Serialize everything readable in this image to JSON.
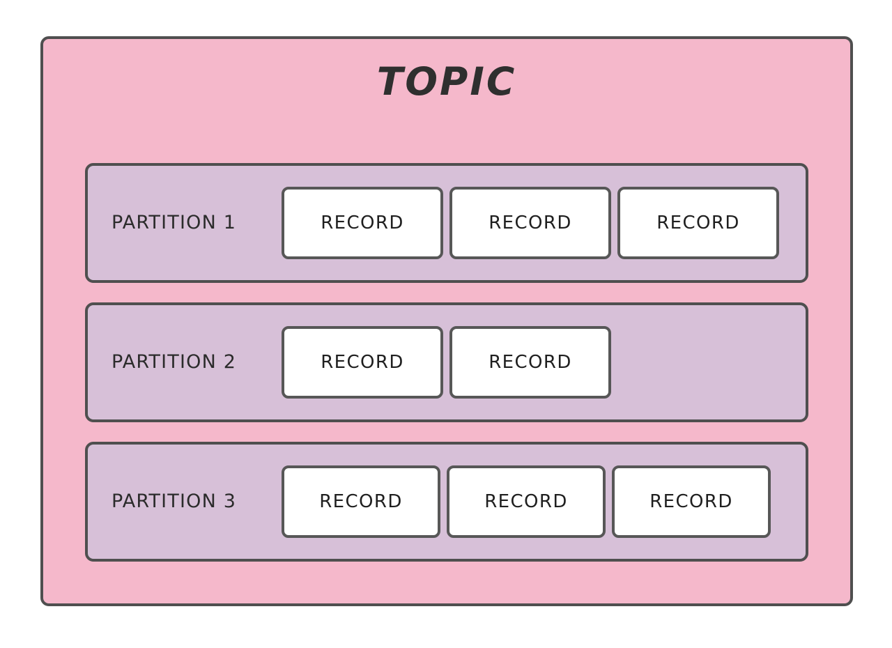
{
  "diagram": {
    "title": "TOPIC",
    "accent_pink": "#F5B8CB",
    "accent_mauve": "#D7C0D8",
    "stroke_color": "#4F4F4F",
    "record_fill": "#FFFFFF",
    "partitions": [
      {
        "label": "PARTITION 1",
        "records": [
          {
            "label": "RECORD"
          },
          {
            "label": "RECORD"
          },
          {
            "label": "RECORD"
          }
        ]
      },
      {
        "label": "PARTITION 2",
        "records": [
          {
            "label": "RECORD"
          },
          {
            "label": "RECORD"
          }
        ]
      },
      {
        "label": "PARTITION 3",
        "records": [
          {
            "label": "RECORD"
          },
          {
            "label": "RECORD"
          },
          {
            "label": "RECORD"
          }
        ]
      }
    ]
  }
}
